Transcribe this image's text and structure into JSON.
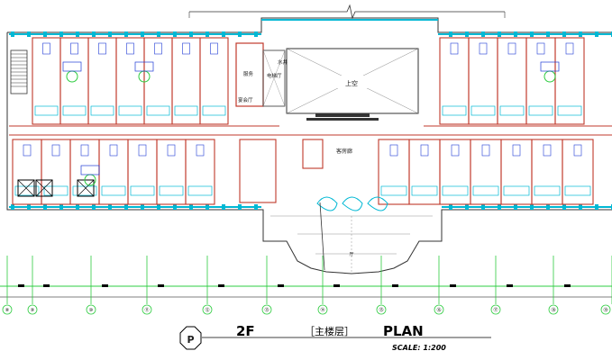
{
  "title": {
    "floor": "2F",
    "subtitle": "［主楼层］",
    "plan_word": "PLAN",
    "scale": "SCALE: 1:200",
    "badge": "P"
  },
  "rooms": {
    "void": "上空",
    "corridor": "客房廊",
    "hall": "厅",
    "lounge_left": "宴会厅",
    "fire_pump": "水井",
    "elevator_lobby": "电梯厅",
    "duty": "服务"
  },
  "axis_labels": [
    "⑧",
    "⑨",
    "⑩",
    "⑪",
    "⑫",
    "⑬",
    "⑭",
    "⑮",
    "⑯",
    "⑰",
    "⑱",
    "⑲"
  ],
  "colors": {
    "wall": "#c0392b",
    "window": "#00b8d4",
    "axis": "#2ecc40",
    "furniture": "#1f3bd6",
    "outline": "#333333"
  }
}
